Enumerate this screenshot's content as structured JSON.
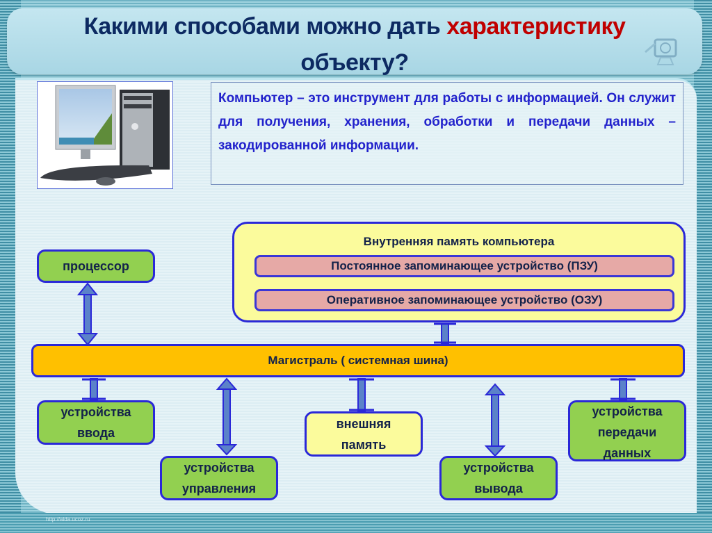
{
  "title": {
    "part1": "Какими способами можно дать ",
    "accent": "характеристику",
    "part2": "объекту?",
    "accent_color": "#c00000"
  },
  "description": "Компьютер – это инструмент для работы с информацией. Он служит для получения, хранения, обработки и передачи данных – закодированной информации.",
  "image": {
    "icon": "desktop-computer-image"
  },
  "diagram": {
    "internal_memory": {
      "title": "Внутренняя память компьютера",
      "rom": "Постоянное запоминающее устройство (ПЗУ)",
      "ram": "Оперативное запоминающее устройство (ОЗУ)"
    },
    "bus": "Магистраль ( системная шина)",
    "processor": "процессор",
    "input_devices": "устройства ввода",
    "control_devices": "устройства управления",
    "external_memory": "внешняя память",
    "output_devices": "устройства вывода",
    "data_transfer_devices": "устройства передачи данных"
  },
  "colors": {
    "box_border": "#2a28d8",
    "green_box": "#92d050",
    "yellow_box": "#fbfb9c",
    "bus": "#ffc000",
    "memory_item": "#e6a9a6",
    "text_dark": "#13224a",
    "description_text": "#2222cc"
  },
  "footer": {
    "url": "http://aida.ucoz.ru"
  }
}
